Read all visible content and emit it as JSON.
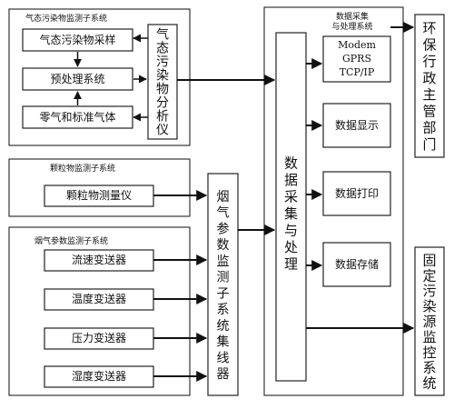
{
  "gas_subsystem": {
    "label": "气态污染物监测子系统",
    "sampling": "气态污染物采样",
    "preprocess": "预处理系统",
    "zero_gas": "零气和标准气体",
    "analyzer_chars": [
      "气",
      "态",
      "污",
      "染",
      "物",
      "分",
      "析",
      "仪"
    ]
  },
  "particle_subsystem": {
    "label": "颗粒物监测子系统",
    "instrument": "颗粒物测量仪"
  },
  "flue_subsystem": {
    "label": "烟气参数监测子系统",
    "flow": "流速变送器",
    "temp": "温度变送器",
    "pressure": "压力变送器",
    "humidity": "湿度变送器",
    "collector_chars": [
      "烟",
      "气",
      "参",
      "数",
      "监",
      "测",
      "子",
      "系",
      "统",
      "集",
      "线",
      "器"
    ]
  },
  "data_system": {
    "label_line1": "数据采集",
    "label_line2": "与处理系统",
    "core_chars": [
      "数",
      "据",
      "采",
      "集",
      "与",
      "处",
      "理"
    ],
    "modem_lines": [
      "Modem",
      "GPRS",
      "TCP/IP"
    ],
    "display": "数据显示",
    "print": "数据打印",
    "storage": "数据存储"
  },
  "env_agency_chars": [
    "环",
    "保",
    "行",
    "政",
    "主",
    "管",
    "部",
    "门"
  ],
  "fixed_source_chars": [
    "固",
    "定",
    "污",
    "染",
    "源",
    "监",
    "控",
    "系",
    "统"
  ]
}
